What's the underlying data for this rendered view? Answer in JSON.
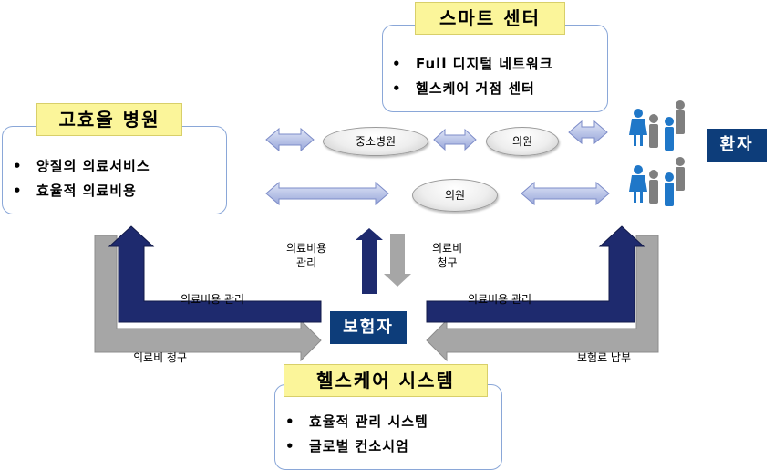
{
  "smart_center": {
    "title": "스마트 센터",
    "items": [
      "Full 디지털 네트워크",
      "헬스케어 거점 센터"
    ]
  },
  "hospital": {
    "title": "고효율 병원",
    "items": [
      "양질의 의료서비스",
      "효율적 의료비용"
    ]
  },
  "healthcare_system": {
    "title": "헬스케어 시스템",
    "items": [
      "효율적 관리 시스템",
      "글로벌 컨소시엄"
    ]
  },
  "patient": {
    "label": "환자"
  },
  "insurer": {
    "label": "보험자"
  },
  "nodes": {
    "mid_hospital": "중소병원",
    "clinic_top": "의원",
    "clinic_bottom": "의원"
  },
  "bullet": "•",
  "flow_labels": {
    "cost_mgmt_left": "의료비용 관리",
    "cost_mgmt_right": "의료비용 관리",
    "cost_mgmt_center": "의료비용\n관리",
    "claim_center": "의료비\n청구",
    "claim_left": "의료비 청구",
    "premium": "보험료 납부"
  },
  "colors": {
    "navy": "#1e2a6e",
    "gray": "#a6a6a6",
    "lavender": "#b4c0e6",
    "badge": "#0d3d7a",
    "title_bg": "#fbf59a",
    "people_blue": "#1f77c8",
    "people_gray": "#7f7f7f"
  }
}
